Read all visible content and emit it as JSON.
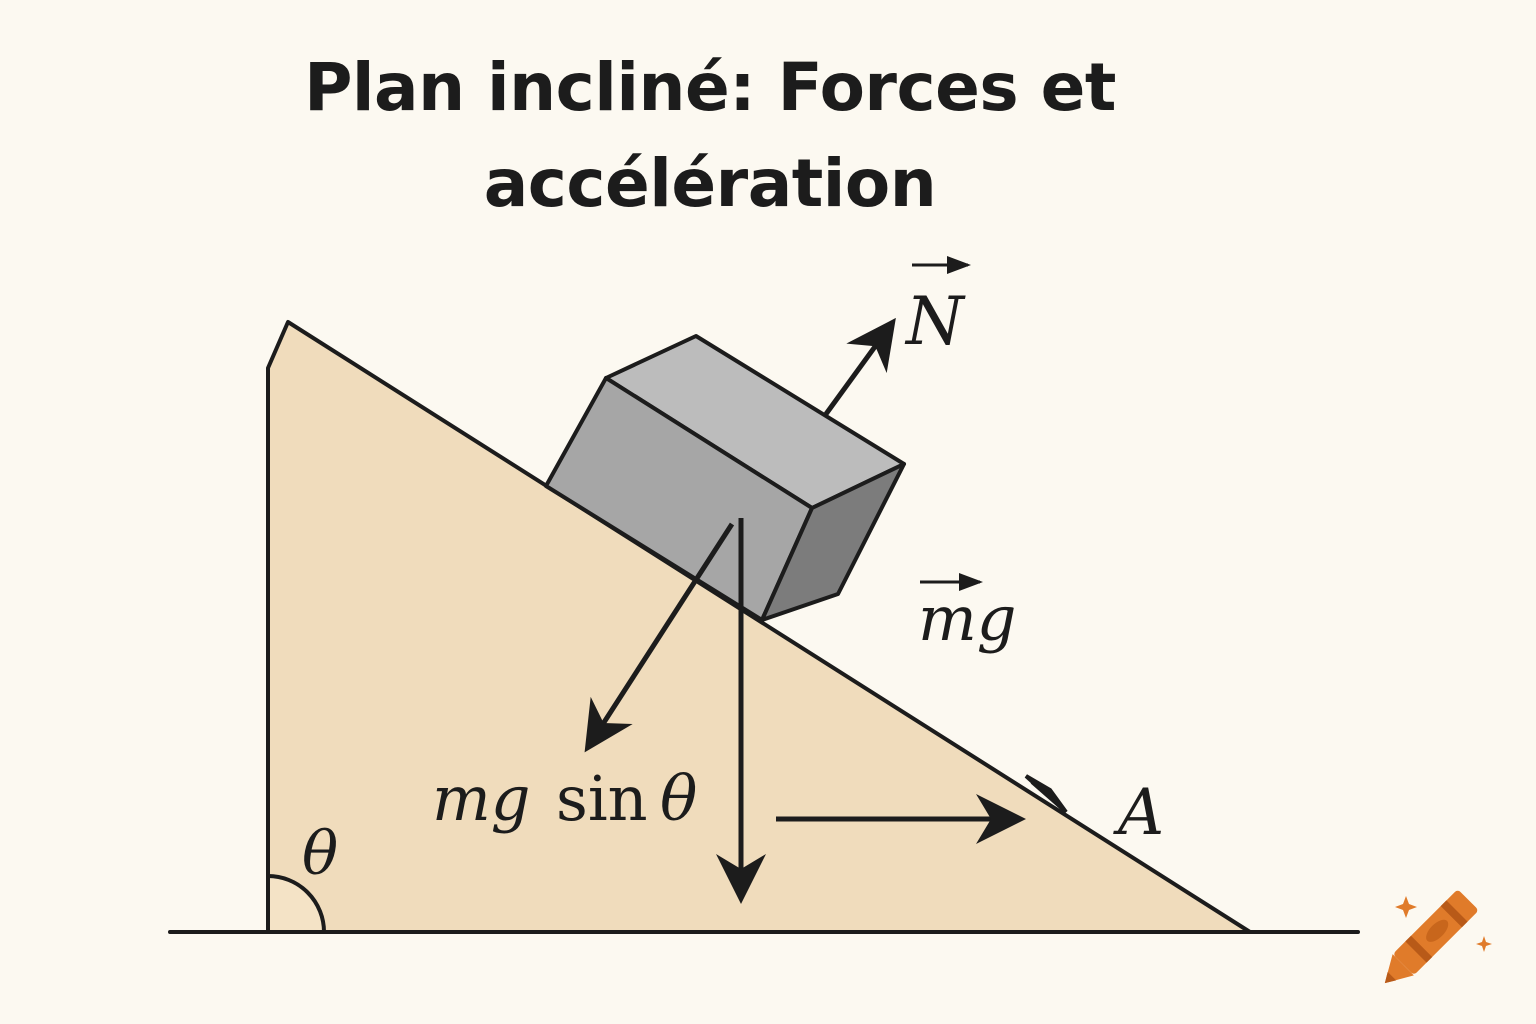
{
  "title": {
    "line1": "Plan incliné: Forces et",
    "line2": "accélération"
  },
  "labels": {
    "normal_force": "N",
    "weight": "mg",
    "component_mg": "mg",
    "component_sin": "sin",
    "component_theta": "θ",
    "point": "A",
    "angle": "θ"
  },
  "colors": {
    "background": "#fcf9f1",
    "incline_fill": "#f0dcbc",
    "block_top": "#bcbcbc",
    "block_front": "#a6a6a6",
    "block_side": "#7c7c7c",
    "stroke": "#1c1c1c",
    "logo": "#e07b2a"
  },
  "icons": {
    "logo": "crayon-icon"
  }
}
